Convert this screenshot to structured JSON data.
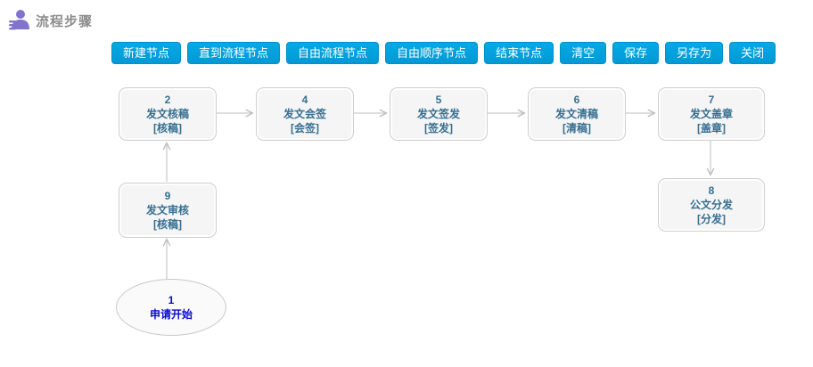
{
  "header": {
    "title": "流程步骤",
    "icon": "user-icon"
  },
  "toolbar": {
    "buttons": [
      {
        "label": "新建节点"
      },
      {
        "label": "直到流程节点"
      },
      {
        "label": "自由流程节点"
      },
      {
        "label": "自由顺序节点"
      },
      {
        "label": "结束节点"
      },
      {
        "label": "清空"
      },
      {
        "label": "保存"
      },
      {
        "label": "另存为"
      },
      {
        "label": "关闭"
      }
    ]
  },
  "flow": {
    "nodes": [
      {
        "number": "2",
        "title": "发文核稿",
        "tag": "[核稿]",
        "shape": "rect"
      },
      {
        "number": "4",
        "title": "发文会签",
        "tag": "[会签]",
        "shape": "rect"
      },
      {
        "number": "5",
        "title": "发文签发",
        "tag": "[签发]",
        "shape": "rect"
      },
      {
        "number": "6",
        "title": "发文清稿",
        "tag": "[清稿]",
        "shape": "rect"
      },
      {
        "number": "7",
        "title": "发文盖章",
        "tag": "[盖章]",
        "shape": "rect"
      },
      {
        "number": "8",
        "title": "公文分发",
        "tag": "[分发]",
        "shape": "rect"
      },
      {
        "number": "9",
        "title": "发文审核",
        "tag": "[核稿]",
        "shape": "rect"
      },
      {
        "number": "1",
        "title": "申请开始",
        "tag": "",
        "shape": "ellipse"
      }
    ],
    "connections": [
      "2->4",
      "4->5",
      "5->6",
      "6->7",
      "7->8",
      "9->2",
      "1->9"
    ]
  },
  "colors": {
    "button_blue": "#00a1df",
    "node_text": "#376f91",
    "start_text": "#0a0acd",
    "icon_purple": "#8273cc",
    "connector_gray": "#c9c9c9",
    "title_gray": "#8c8c8c"
  }
}
